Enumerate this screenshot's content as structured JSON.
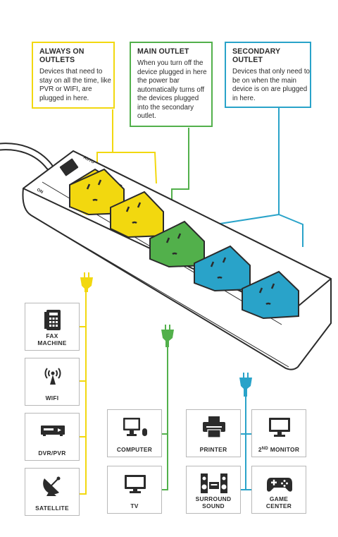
{
  "callouts": {
    "always_on": {
      "title_line1": "ALWAYS ON",
      "title_line2": "OUTLETS",
      "body": "Devices that need to stay on all the time, like PVR or WIFI, are plugged in here."
    },
    "main": {
      "title": "MAIN OUTLET",
      "body": "When you turn off the device plugged in here the power bar automatically turns off the devices plugged into the secondary outlet."
    },
    "secondary": {
      "title_line1": "SECONDARY",
      "title_line2": "OUTLET",
      "body": "Devices that only need to be on when the main device is on are plugged in here."
    }
  },
  "power_bar": {
    "switch_label_auto": "AUTO",
    "switch_label_on": "ON"
  },
  "devices": {
    "fax": {
      "line1": "FAX",
      "line2": "MACHINE"
    },
    "wifi": {
      "label": "WIFI"
    },
    "dvr": {
      "label": "DVR/PVR"
    },
    "satellite": {
      "label": "SATELLITE"
    },
    "computer": {
      "label": "COMPUTER"
    },
    "tv": {
      "label": "TV"
    },
    "printer": {
      "label": "PRINTER"
    },
    "monitor": {
      "prefix": "2",
      "sup": "ND",
      "rest": " MONITOR"
    },
    "surround": {
      "line1": "SURROUND",
      "line2": "SOUND"
    },
    "game": {
      "line1": "GAME",
      "line2": "CENTER"
    }
  },
  "colors": {
    "yellow": "#f2d80f",
    "green": "#52b04b",
    "blue": "#29a3c9",
    "outline": "#2b2b2b"
  }
}
